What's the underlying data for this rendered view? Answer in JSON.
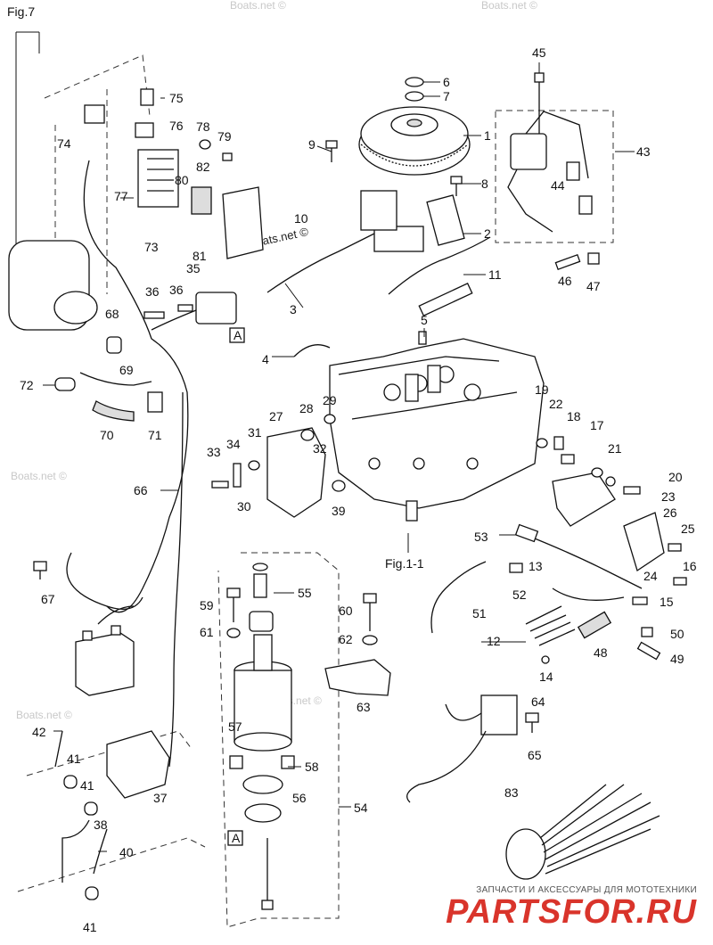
{
  "figure": {
    "title": "Fig.7",
    "reference": "Fig.1-1",
    "box_marker": "A"
  },
  "watermarks": [
    "Boats.net ©",
    "Boats.net ©",
    "Boats.net ©",
    "Boats.net ©",
    "Boats.net ©",
    "Boats.net ©"
  ],
  "brand": {
    "tagline": "ЗАПЧАСТИ И АКСЕССУАРЫ ДЛЯ МОТОТЕХНИКИ",
    "name": "PARTSFOR.RU",
    "color": "#d9342b"
  },
  "callouts": [
    "1",
    "2",
    "3",
    "4",
    "5",
    "6",
    "7",
    "8",
    "9",
    "10",
    "11",
    "12",
    "13",
    "14",
    "15",
    "16",
    "17",
    "18",
    "19",
    "20",
    "21",
    "22",
    "23",
    "24",
    "25",
    "26",
    "27",
    "28",
    "29",
    "30",
    "31",
    "32",
    "33",
    "34",
    "35",
    "36",
    "36",
    "37",
    "38",
    "39",
    "40",
    "41",
    "41",
    "41",
    "42",
    "43",
    "44",
    "45",
    "46",
    "47",
    "48",
    "49",
    "50",
    "51",
    "52",
    "53",
    "54",
    "55",
    "56",
    "57",
    "58",
    "59",
    "60",
    "61",
    "62",
    "63",
    "64",
    "65",
    "66",
    "67",
    "68",
    "69",
    "70",
    "71",
    "72",
    "73",
    "74",
    "75",
    "76",
    "77",
    "78",
    "79",
    "80",
    "81",
    "82",
    "83"
  ]
}
